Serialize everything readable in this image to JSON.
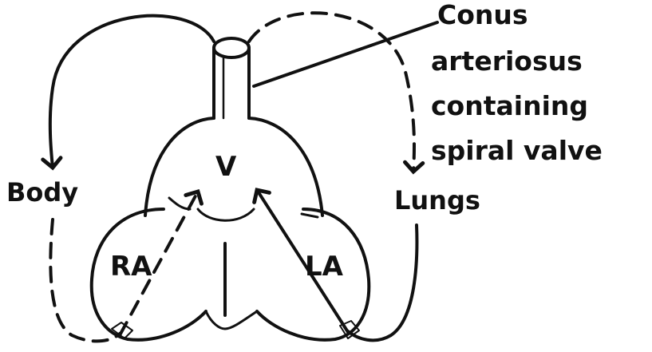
{
  "diagram": {
    "labels": {
      "conus_line1": "Conus",
      "conus_line2": "arteriosus",
      "conus_line3": "containing",
      "conus_line4": "spiral valve",
      "ventricle": "V",
      "body": "Body",
      "lungs": "Lungs",
      "right_atrium": "RA",
      "left_atrium": "LA"
    },
    "legend_colors": {
      "ink": "#111111",
      "background": "#ffffff"
    },
    "flows": [
      {
        "from": "conus",
        "to": "body",
        "style": "solid"
      },
      {
        "from": "conus",
        "to": "lungs",
        "style": "dashed"
      },
      {
        "from": "body",
        "to": "right_atrium",
        "style": "dashed"
      },
      {
        "from": "lungs",
        "to": "left_atrium",
        "style": "solid"
      },
      {
        "from": "right_atrium",
        "to": "ventricle",
        "style": "dashed"
      },
      {
        "from": "left_atrium",
        "to": "ventricle",
        "style": "solid"
      }
    ]
  }
}
